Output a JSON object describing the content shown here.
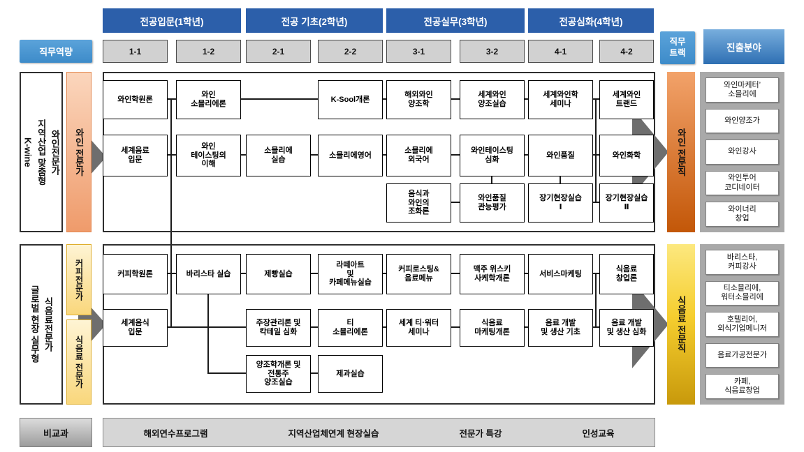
{
  "palette": {
    "header_blue": "#2c5faa",
    "light_blue": "#4e9ad4",
    "field_blue_top": "#78aedd",
    "field_blue_bottom": "#2e6fb3",
    "wine_orange": "#ef9b6b",
    "wine_track_orange": "#c35708",
    "food_yellow": "#f9d77c",
    "food_track_gold": "#c8990b",
    "arrow_gray": "#6e6e6e"
  },
  "top": {
    "competency_label": "직무역량",
    "year_headers": [
      "전공입문(1학년)",
      "전공 기초(2학년)",
      "전공실무(3학년)",
      "전공심화(4학년)"
    ],
    "semesters": [
      "1-1",
      "1-2",
      "2-1",
      "2-2",
      "3-1",
      "3-2",
      "4-1",
      "4-2"
    ],
    "track_header": "직무\n트랙",
    "field_header": "진출분야"
  },
  "wine": {
    "side_label": "와인전문가\n지역산업 맞춤형\nK-wine",
    "competency": "와인 전문가",
    "track": "와인 전문직",
    "careers": [
      "와인마케터’\n소믈리에",
      "와인양조가",
      "와인강사",
      "와인투어\n코디네이터",
      "와이너리\n창업"
    ],
    "courses": [
      "와인학원론",
      "와인\n소믈리에론",
      "K-Sool개론",
      "해외와인\n양조학",
      "세계와인\n양조실습",
      "세계와인학\n세미나",
      "세계와인\n트랜드",
      "세계음료\n입문",
      "와인\n테이스팅의\n이해",
      "소믈리에\n실습",
      "소믈리에영어",
      "소믈리에\n외국어",
      "와인테이스팅\n심화",
      "와인품질",
      "와인화학",
      "음식과\n와인의\n조화론",
      "와인품질\n관능평가",
      "장기현장실습\nⅠ",
      "장기현장실습\nⅡ"
    ]
  },
  "food": {
    "side_label": "식음료전문가\n글로벌 현장 실무형",
    "competency_coffee": "커피전문가",
    "competency_food": "식음료 전문가",
    "track": "식음료 전문직",
    "careers": [
      "바리스타,\n커피강사",
      "티소믈리에,\n워터소믈리에",
      "호텔리어,\n외식기업메니저",
      "음료가공전문가",
      "카페,\n식음료창업"
    ],
    "courses": [
      "커피학원론",
      "바리스타 실습",
      "제빵실습",
      "라떼아트\n및\n카페메뉴실습",
      "커피로스팅&\n음료메뉴",
      "맥주 위스키\n사케학개론",
      "서비스마케팅",
      "식음료\n창업론",
      "세계음식\n입문",
      "주장관리론 및\n칵테일 심화",
      "티\n소믈리에론",
      "세계 티·워터\n세미나",
      "식음료\n마케팅개론",
      "음료 개발\n및 생산 기초",
      "음료 개발\n및 생산 심화",
      "양조학개론 및\n전통주\n양조실습",
      "제과실습"
    ]
  },
  "extracurricular": {
    "label": "비교과",
    "items": [
      "해외연수프로그램",
      "지역산업체연계 현장실습",
      "전문가 특강",
      "인성교육"
    ]
  }
}
